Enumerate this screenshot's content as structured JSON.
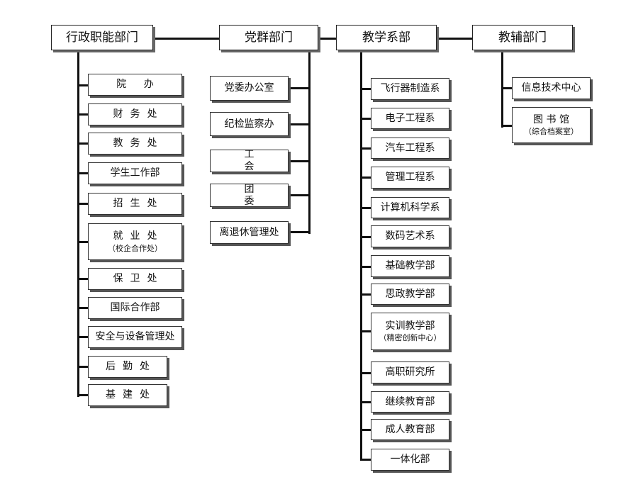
{
  "top_departments": [
    {
      "label": "行政职能部门"
    },
    {
      "label": "党群部门"
    },
    {
      "label": "教学系部"
    },
    {
      "label": "教辅部门"
    }
  ],
  "admin_units": [
    {
      "label": "院 办"
    },
    {
      "label": "财务处"
    },
    {
      "label": "教务处"
    },
    {
      "label": "学生工作部"
    },
    {
      "label": "招生处"
    },
    {
      "label": "就业处",
      "note": "（校企合作处）"
    },
    {
      "label": "保卫处"
    },
    {
      "label": "国际合作部"
    },
    {
      "label": "安全与设备管理处"
    },
    {
      "label": "后勤处"
    },
    {
      "label": "基建处"
    }
  ],
  "party_units": [
    {
      "label": "党委办公室"
    },
    {
      "label": "纪检监察办"
    },
    {
      "label": "工 会"
    },
    {
      "label": "团 委"
    },
    {
      "label": "离退休管理处"
    }
  ],
  "teaching_units": [
    {
      "label": "飞行器制造系"
    },
    {
      "label": "电子工程系"
    },
    {
      "label": "汽车工程系"
    },
    {
      "label": "管理工程系"
    },
    {
      "label": "计算机科学系"
    },
    {
      "label": "数码艺术系"
    },
    {
      "label": "基础教学部"
    },
    {
      "label": "思政教学部"
    },
    {
      "label": "实训教学部",
      "note": "（精密创新中心）"
    },
    {
      "label": "高职研究所"
    },
    {
      "label": "继续教育部"
    },
    {
      "label": "成人教育部"
    },
    {
      "label": "一体化部"
    }
  ],
  "support_units": [
    {
      "label": "信息技术中心"
    },
    {
      "label": "图 书 馆",
      "note": "（综合档案室）"
    }
  ]
}
